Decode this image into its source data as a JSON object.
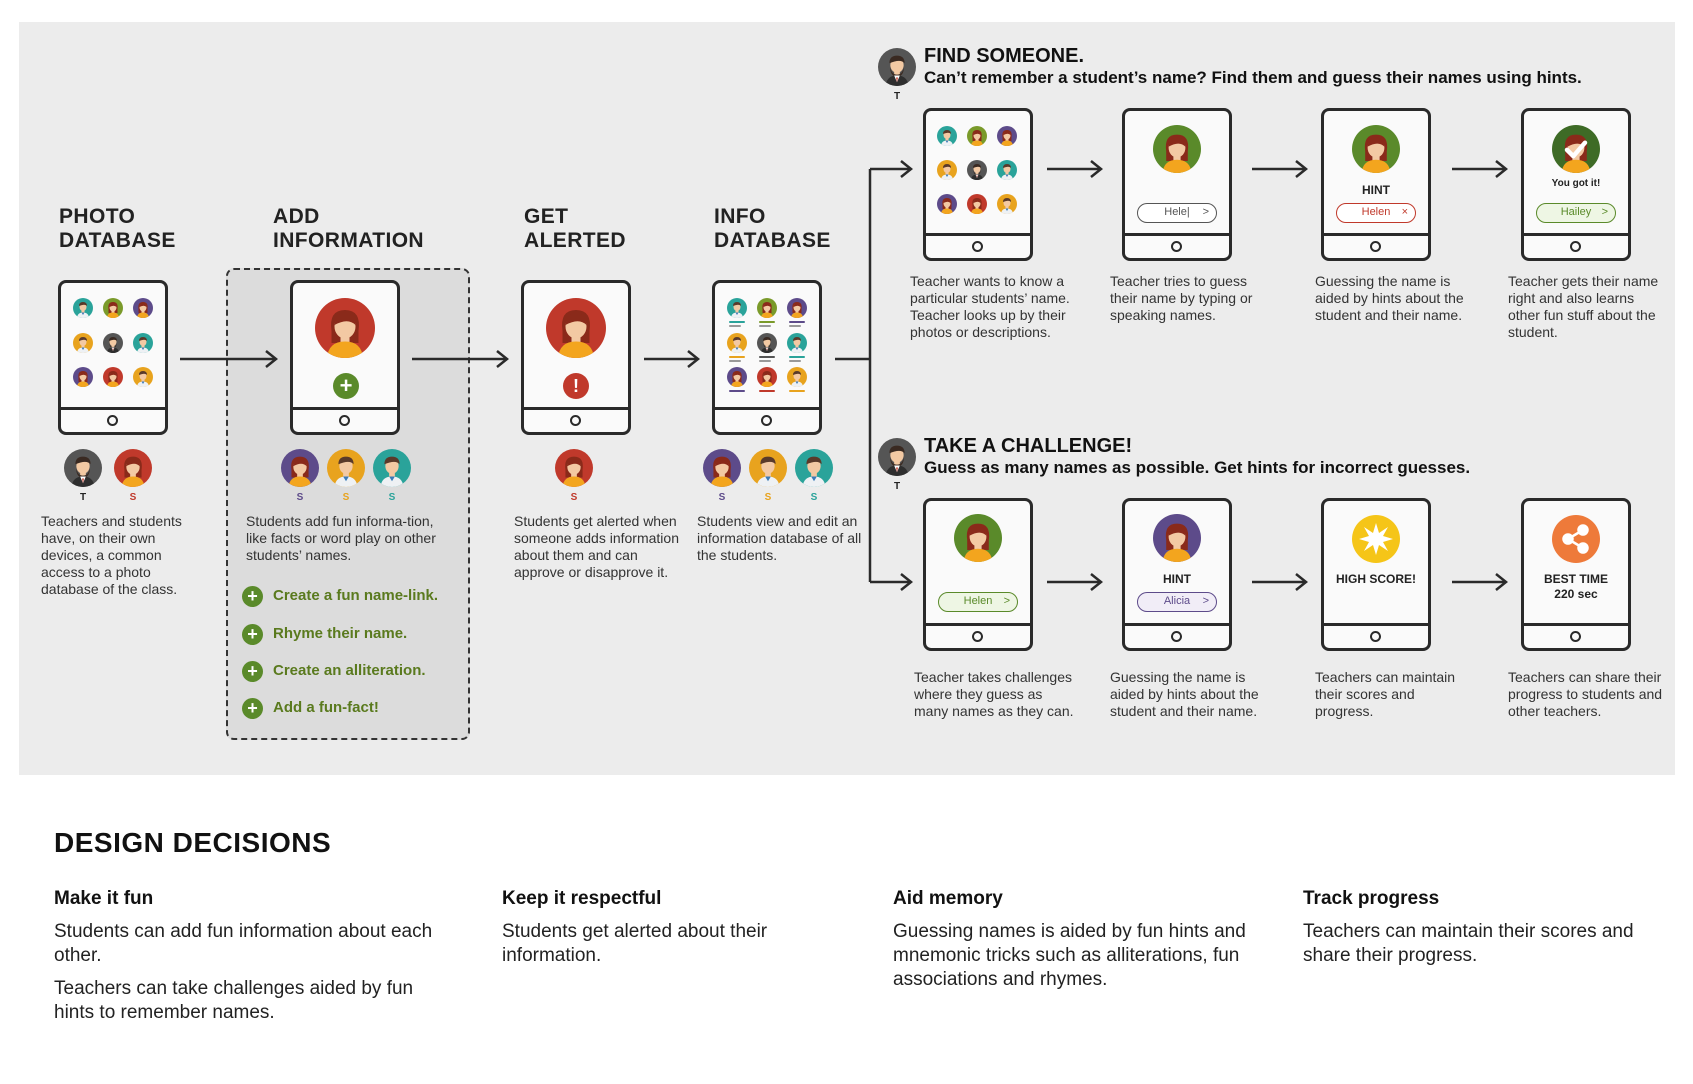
{
  "colors": {
    "panel_bg": "#ececec",
    "accent_green": "#5a8a2a",
    "action_text": "#5a7a1e",
    "red": "#c0392b",
    "teal": "#2aa39a",
    "orange": "#e8a31e",
    "purple": "#5d4b8a",
    "dark": "#2a2a2a"
  },
  "stages": [
    {
      "id": "photo",
      "title_line1": "PHOTO",
      "title_line2": "DATABASE",
      "description": "Teachers and students have, on their own devices, a common access to a photo database of the class.",
      "roles": [
        "T",
        "S"
      ]
    },
    {
      "id": "add",
      "title_line1": "ADD",
      "title_line2": "INFORMATION",
      "description": "Students add fun informa-tion, like facts or word play on other students’ names.",
      "roles": [
        "S",
        "S",
        "S"
      ]
    },
    {
      "id": "alert",
      "title_line1": "GET",
      "title_line2": "ALERTED",
      "description": "Students get alerted when someone adds information about them and can approve or disapprove it.",
      "roles": [
        "S"
      ]
    },
    {
      "id": "info",
      "title_line1": "INFO",
      "title_line2": "DATABASE",
      "description": "Students view and edit an information database of all the students.",
      "roles": [
        "S",
        "S",
        "S"
      ]
    }
  ],
  "add_actions": [
    "Create a fun name-link.",
    "Rhyme their name.",
    "Create an alliteration.",
    "Add a fun-fact!"
  ],
  "find_someone": {
    "title": "FIND SOMEONE.",
    "subtitle": "Can’t remember a student’s name? Find them and guess their names using hints.",
    "role": "T",
    "steps": [
      {
        "description": "Teacher wants to know a particular students’ name. Teacher looks up by their photos or descriptions."
      },
      {
        "pill": "Hele|",
        "description": "Teacher tries to guess their name by typing or speaking names."
      },
      {
        "label": "HINT",
        "pill": "Helen",
        "pill_icon": "×",
        "description": "Guessing the name is aided by hints about the student and their name."
      },
      {
        "label": "You got it!",
        "pill": "Hailey",
        "description": "Teacher gets their name right and also learns other fun stuff about the student."
      }
    ]
  },
  "take_challenge": {
    "title": "TAKE A CHALLENGE!",
    "subtitle": "Guess as many names as possible. Get hints for incorrect guesses.",
    "role": "T",
    "steps": [
      {
        "pill": "Helen",
        "description": "Teacher takes challenges where they guess as many names as they can."
      },
      {
        "label": "HINT",
        "pill": "Alicia",
        "description": "Guessing the name is aided by hints about the student and their name."
      },
      {
        "label": "HIGH SCORE!",
        "description": "Teachers can maintain their scores and progress."
      },
      {
        "label": "BEST TIME",
        "label2": "220 sec",
        "description": "Teachers can share their progress to students and other teachers."
      }
    ]
  },
  "design_decisions": {
    "heading": "DESIGN DECISIONS",
    "items": [
      {
        "title": "Make it fun",
        "text1": "Students can add fun information about each other.",
        "text2": "Teachers can take challenges aided by fun hints to remember names."
      },
      {
        "title": "Keep it respectful",
        "text1": "Students get alerted about their information."
      },
      {
        "title": "Aid memory",
        "text1": "Guessing names is aided by fun hints and mnemonic tricks such as alliterations, fun associations and rhymes."
      },
      {
        "title": "Track progress",
        "text1": "Teachers can maintain their scores and share their progress."
      }
    ]
  },
  "icons": [
    "person-avatar",
    "plus-icon",
    "alert-icon",
    "check-icon",
    "starburst-icon",
    "share-icon",
    "chevron-right-icon",
    "arrow-right"
  ]
}
